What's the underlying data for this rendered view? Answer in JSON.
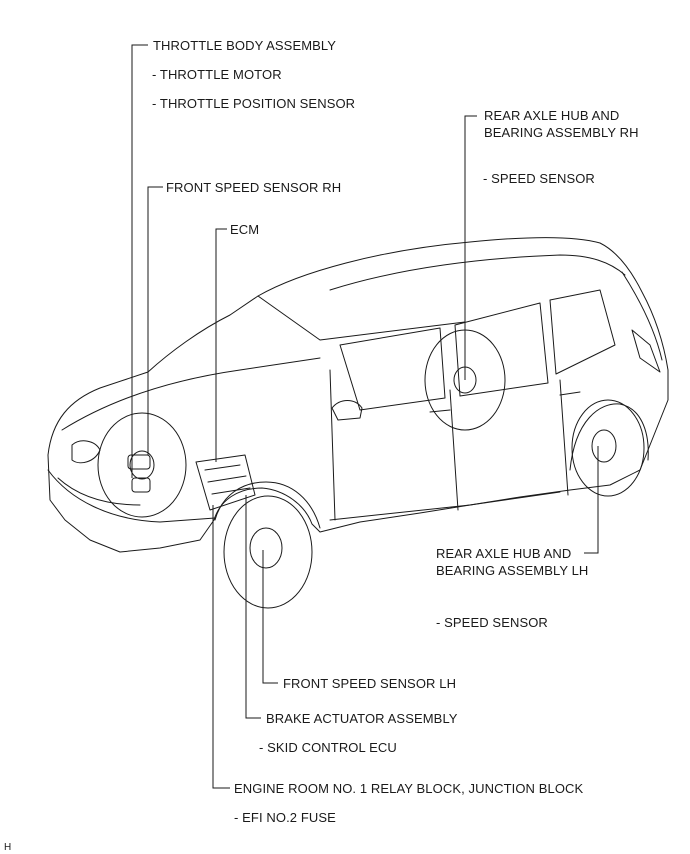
{
  "callouts": {
    "throttle_body": {
      "title": "THROTTLE BODY ASSEMBLY",
      "sub1": "- THROTTLE MOTOR",
      "sub2": "- THROTTLE POSITION SENSOR"
    },
    "front_speed_rh": {
      "title": "FRONT SPEED SENSOR RH"
    },
    "ecm": {
      "title": "ECM"
    },
    "rear_hub_rh": {
      "line1": "REAR AXLE HUB AND",
      "line2": "BEARING ASSEMBLY RH",
      "sub1": "- SPEED SENSOR"
    },
    "rear_hub_lh": {
      "line1": "REAR AXLE HUB AND",
      "line2": "BEARING ASSEMBLY LH",
      "sub1": "- SPEED SENSOR"
    },
    "front_speed_lh": {
      "title": "FRONT SPEED SENSOR LH"
    },
    "brake_actuator": {
      "title": "BRAKE ACTUATOR ASSEMBLY",
      "sub1": "- SKID CONTROL ECU"
    },
    "engine_room": {
      "title": "ENGINE ROOM NO. 1 RELAY BLOCK, JUNCTION BLOCK",
      "sub1": "- EFI NO.2 FUSE"
    }
  },
  "figure_id": "H",
  "colors": {
    "line": "#1a1a1a",
    "background": "#ffffff"
  }
}
